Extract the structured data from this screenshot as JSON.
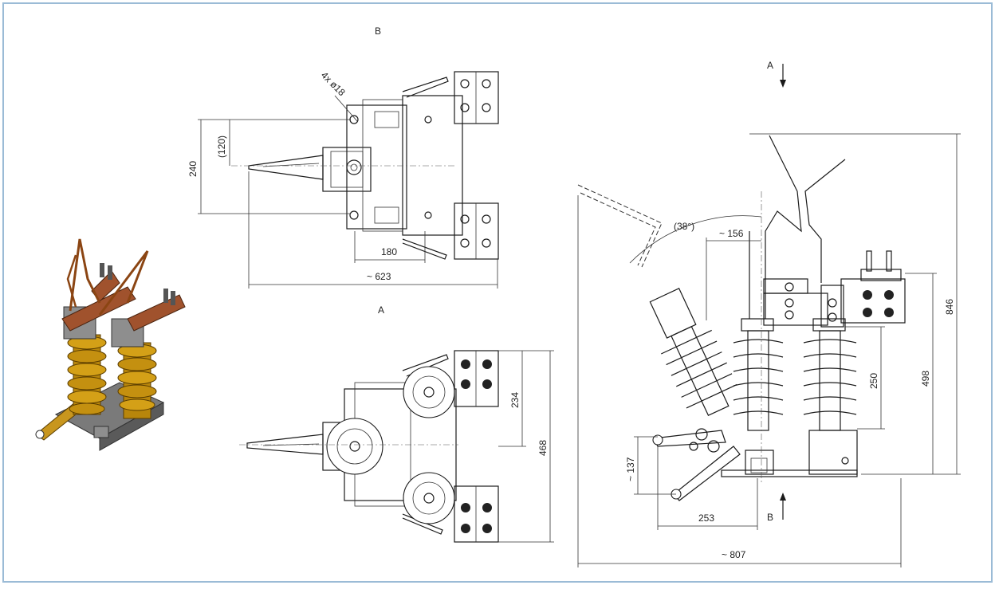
{
  "labels": {
    "view_b": "B",
    "view_a": "A",
    "arrow_a": "A",
    "arrow_b": "B"
  },
  "dimensions": {
    "holes": "4x ø18",
    "d120": "(120)",
    "d240": "240",
    "d180": "180",
    "d623": "~ 623",
    "d234": "234",
    "d468": "468",
    "angle": "(38°)",
    "d156": "~ 156",
    "d846": "846",
    "d498": "498",
    "d250": "250",
    "d137": "~ 137",
    "d253": "253",
    "d807": "~ 807"
  },
  "colors": {
    "frame": "#9bbbd6",
    "brass": "#b8860b",
    "copper": "#a0522d",
    "steel": "#8e8e8e"
  }
}
